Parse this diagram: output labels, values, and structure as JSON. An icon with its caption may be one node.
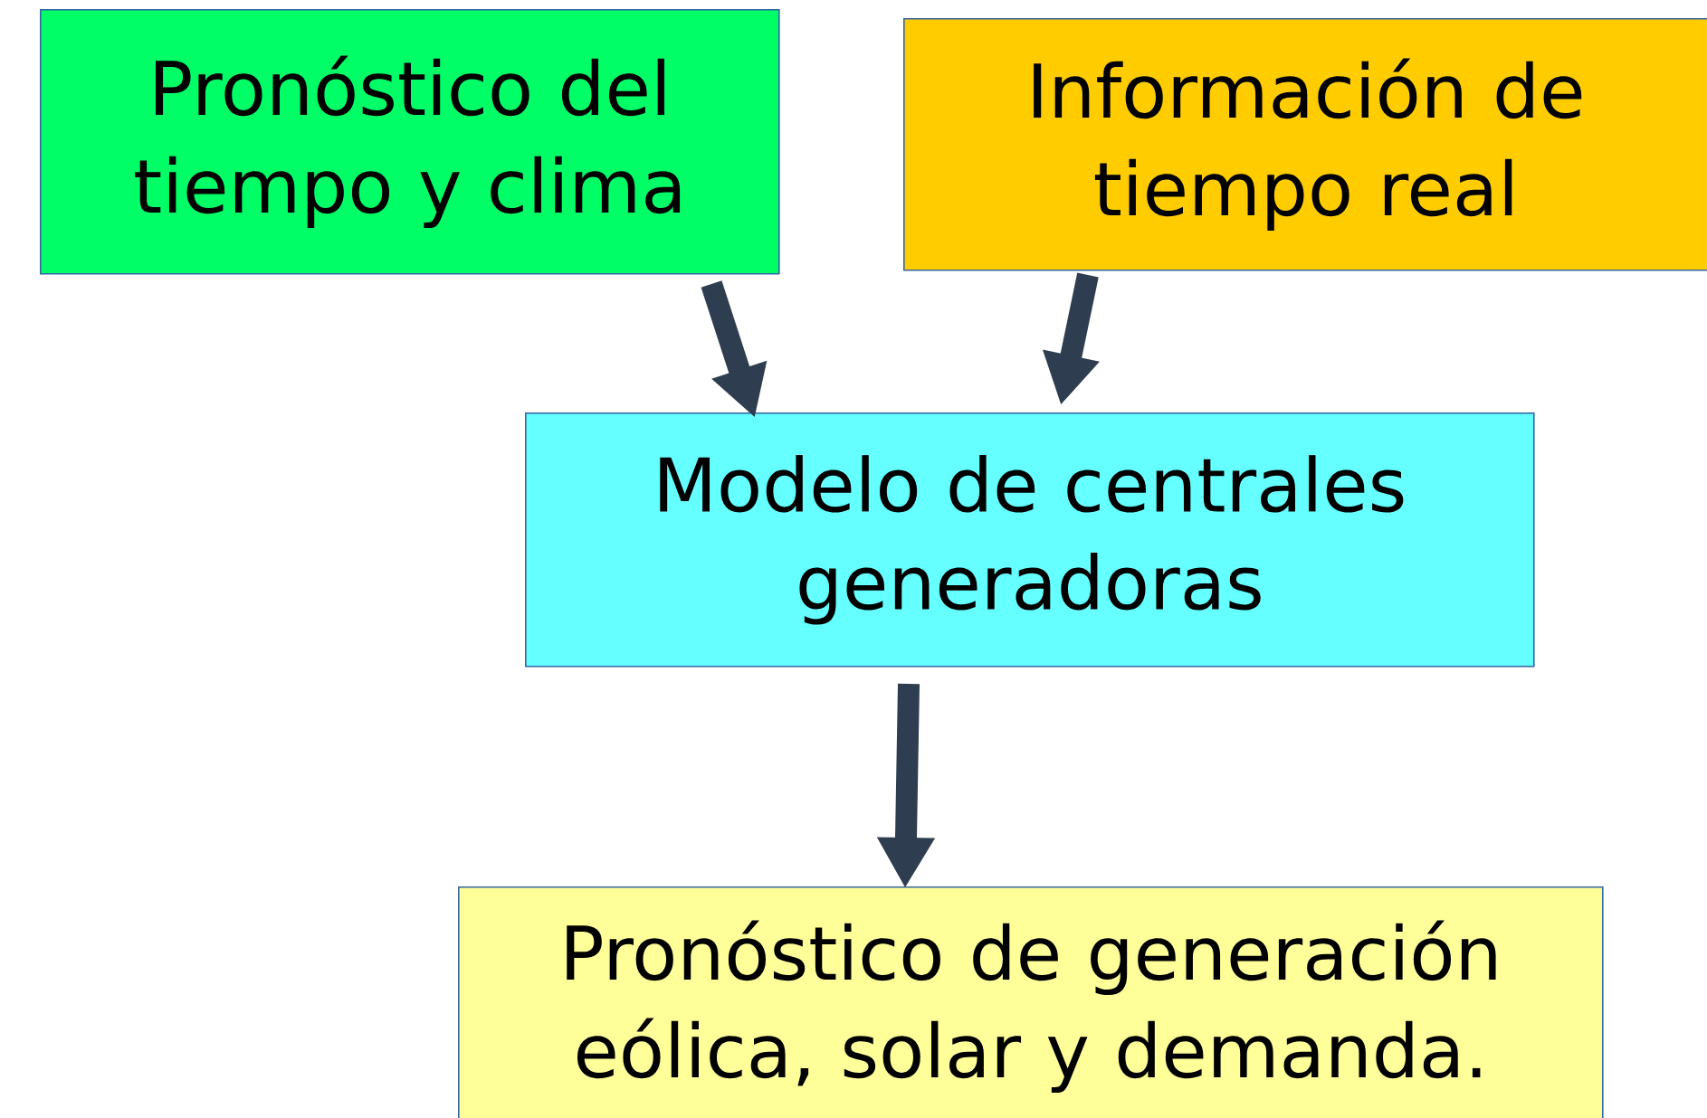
{
  "diagram": {
    "nodes": [
      {
        "text": [
          "Pronóstico del tiempo y clima"
        ]
      },
      {
        "text": [
          "Información de tiempo real"
        ]
      },
      {
        "text": [
          "Modelo de centrales generadoras"
        ]
      },
      {
        "text": [
          "Pronóstico de generación eólica, solar y demanda."
        ]
      }
    ],
    "edges": [
      {
        "from": 0,
        "to": 2,
        "arrow": "to"
      },
      {
        "from": 1,
        "to": 2,
        "arrow": "to"
      },
      {
        "from": 2,
        "to": 3,
        "arrow": "to"
      }
    ]
  }
}
